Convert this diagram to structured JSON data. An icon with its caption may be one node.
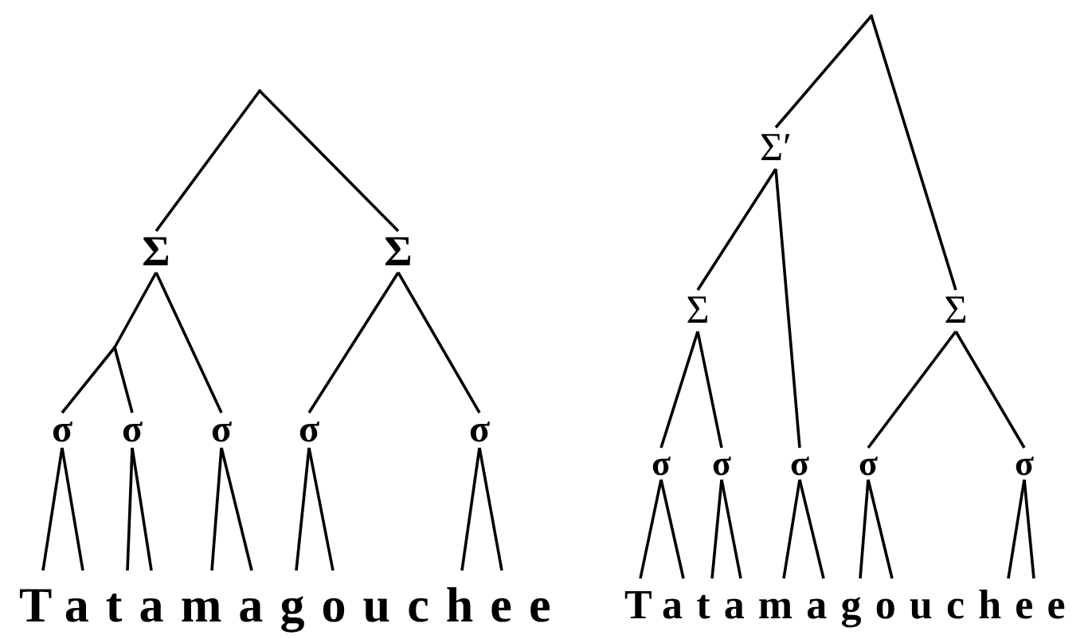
{
  "diagram": {
    "nodes": [
      {
        "text": [],
        "shape": "point"
      },
      {
        "text": [
          "Σ"
        ]
      },
      {
        "text": [
          "Σ"
        ]
      },
      {
        "text": [],
        "shape": "point"
      },
      {
        "text": [
          "σ"
        ]
      },
      {
        "text": [
          "σ"
        ]
      },
      {
        "text": [
          "σ"
        ]
      },
      {
        "text": [
          "σ"
        ]
      },
      {
        "text": [
          "σ"
        ]
      },
      {
        "text": [],
        "shape": "point"
      },
      {
        "text": [
          "Σ′"
        ]
      },
      {
        "text": [
          "Σ"
        ]
      },
      {
        "text": [
          "Σ"
        ]
      },
      {
        "text": [
          "σ"
        ]
      },
      {
        "text": [
          "σ"
        ]
      },
      {
        "text": [
          "σ"
        ]
      },
      {
        "text": [
          "σ"
        ]
      },
      {
        "text": [
          "σ"
        ]
      },
      {
        "text": [
          "Tatamagouchee"
        ]
      },
      {
        "text": [
          "Tatamagouchee"
        ]
      }
    ],
    "edges": [
      {
        "from": 0,
        "to": 1,
        "arrow": "none"
      },
      {
        "from": 0,
        "to": 2,
        "arrow": "none"
      },
      {
        "from": 1,
        "to": 3,
        "arrow": "none"
      },
      {
        "from": 3,
        "to": 4,
        "arrow": "none"
      },
      {
        "from": 3,
        "to": 5,
        "arrow": "none"
      },
      {
        "from": 1,
        "to": 6,
        "arrow": "none"
      },
      {
        "from": 2,
        "to": 7,
        "arrow": "none"
      },
      {
        "from": 2,
        "to": 8,
        "arrow": "none"
      },
      {
        "from": 4,
        "to": 18,
        "arrow": "none"
      },
      {
        "from": 4,
        "to": 18,
        "arrow": "none"
      },
      {
        "from": 5,
        "to": 18,
        "arrow": "none"
      },
      {
        "from": 5,
        "to": 18,
        "arrow": "none"
      },
      {
        "from": 6,
        "to": 18,
        "arrow": "none"
      },
      {
        "from": 6,
        "to": 18,
        "arrow": "none"
      },
      {
        "from": 7,
        "to": 18,
        "arrow": "none"
      },
      {
        "from": 7,
        "to": 18,
        "arrow": "none"
      },
      {
        "from": 8,
        "to": 18,
        "arrow": "none"
      },
      {
        "from": 8,
        "to": 18,
        "arrow": "none"
      },
      {
        "from": 9,
        "to": 10,
        "arrow": "none"
      },
      {
        "from": 9,
        "to": 12,
        "arrow": "none"
      },
      {
        "from": 10,
        "to": 11,
        "arrow": "none"
      },
      {
        "from": 10,
        "to": 15,
        "arrow": "none"
      },
      {
        "from": 11,
        "to": 13,
        "arrow": "none"
      },
      {
        "from": 11,
        "to": 14,
        "arrow": "none"
      },
      {
        "from": 12,
        "to": 16,
        "arrow": "none"
      },
      {
        "from": 12,
        "to": 17,
        "arrow": "none"
      },
      {
        "from": 13,
        "to": 19,
        "arrow": "none"
      },
      {
        "from": 13,
        "to": 19,
        "arrow": "none"
      },
      {
        "from": 14,
        "to": 19,
        "arrow": "none"
      },
      {
        "from": 14,
        "to": 19,
        "arrow": "none"
      },
      {
        "from": 15,
        "to": 19,
        "arrow": "none"
      },
      {
        "from": 15,
        "to": 19,
        "arrow": "none"
      },
      {
        "from": 16,
        "to": 19,
        "arrow": "none"
      },
      {
        "from": 16,
        "to": 19,
        "arrow": "none"
      },
      {
        "from": 17,
        "to": 19,
        "arrow": "none"
      },
      {
        "from": 17,
        "to": 19,
        "arrow": "none"
      }
    ]
  }
}
